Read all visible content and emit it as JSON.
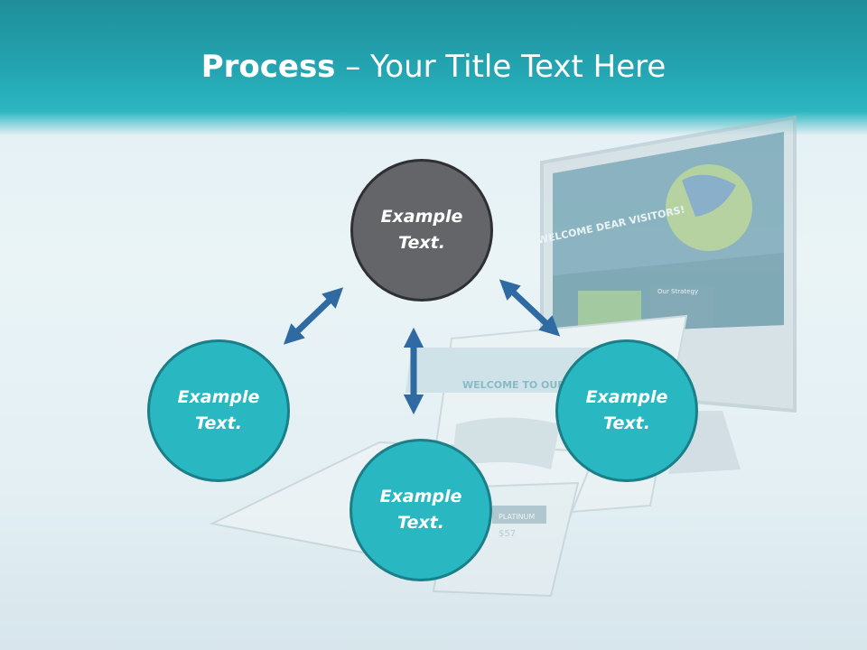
{
  "title": {
    "bold": "Process",
    "rest": " – Your Title Text Here"
  },
  "nodes": {
    "top": "Example Text.",
    "left": "Example Text.",
    "right": "Example Text.",
    "bottom": "Example Text."
  },
  "illustration": {
    "monitor_heading": "WELCOME DEAR VISITORS!",
    "monitor_panel": "Our Strategy",
    "page_heading": "WELCOME TO OUR SITE",
    "page_badge": "PLATINUM",
    "page_price": "$57"
  },
  "colors": {
    "header": "#24a7b3",
    "node_teal": "#29b7c2",
    "node_gray": "#636569",
    "arrow": "#2f6aa3"
  }
}
